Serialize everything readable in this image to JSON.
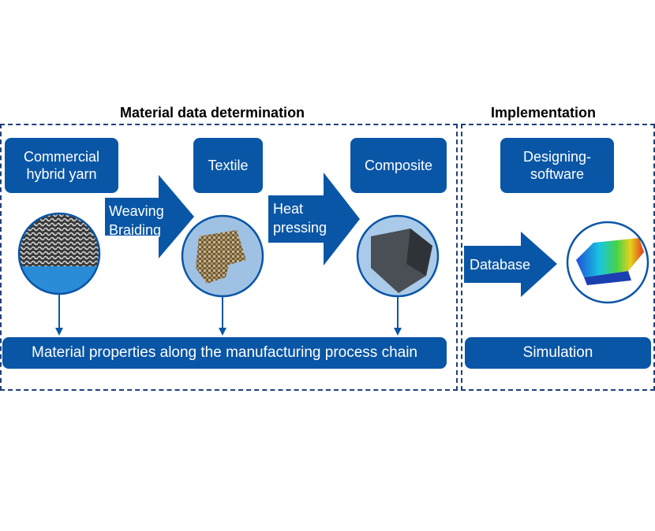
{
  "sections": {
    "left_title": "Material data determination",
    "right_title": "Implementation"
  },
  "boxes": {
    "yarn": "Commercial\nhybrid yarn",
    "textile": "Textile",
    "composite": "Composite",
    "designing": "Designing-\nsoftware",
    "properties": "Material properties along the manufacturing process chain",
    "simulation": "Simulation"
  },
  "arrows": {
    "weaving": "Weaving\nBraiding",
    "heat": "Heat\npressing",
    "database": "Database"
  },
  "colors": {
    "box_blue": "#0a56a6",
    "frame_dashed": "#1f3f7a"
  },
  "images": {
    "yarn": "hybrid-yarn-photo",
    "textile": "braided-textile-photo",
    "composite": "composite-part-photo",
    "simulation": "simulation-render"
  }
}
